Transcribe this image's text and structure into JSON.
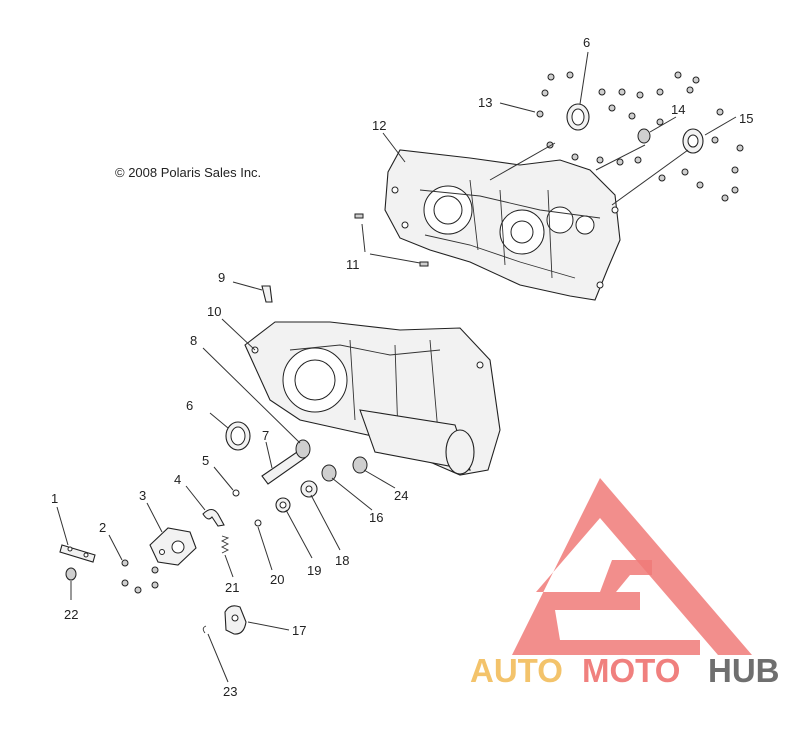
{
  "copyright": "© 2008 Polaris Sales Inc.",
  "watermark": {
    "part1": "AUTO",
    "part2": "MOTO",
    "part3": "HUB",
    "colors": {
      "auto": "#f3c36b",
      "moto": "#f0807e",
      "hub": "#6f6f6f",
      "logo": "#f07a78"
    }
  },
  "callouts": [
    "1",
    "2",
    "3",
    "4",
    "5",
    "6",
    "6",
    "7",
    "8",
    "9",
    "10",
    "11",
    "12",
    "13",
    "14",
    "15",
    "16",
    "17",
    "18",
    "19",
    "20",
    "21",
    "22",
    "23",
    "24"
  ]
}
